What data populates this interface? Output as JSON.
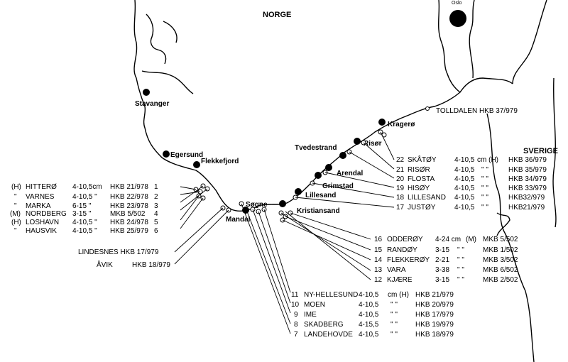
{
  "map": {
    "countries": [
      "NORGE",
      "SVERIGE"
    ],
    "top_label": "Oslo",
    "towns": [
      "Stavanger",
      "Egersund",
      "Flekkefjord",
      "Mandal",
      "Søgne",
      "Kristiansand",
      "Lillesand",
      "Grimstad",
      "Arendal",
      "Tvedestrand",
      "Risør",
      "Kragerø"
    ],
    "tolldalen": "TOLLDALEN HKB 37/979",
    "sites_left": [
      {
        "pre": "(H)",
        "name": "HITTERØ",
        "range": "4-10,5cm",
        "ref": "HKB 21/978",
        "num": "1"
      },
      {
        "pre": "\"",
        "name": "VARNES",
        "range": "4-10,5 \"",
        "ref": "HKB 22/978",
        "num": "2"
      },
      {
        "pre": "\"",
        "name": "MARKA",
        "range": "6-15 \"",
        "ref": "HKB 23/978",
        "num": "3"
      },
      {
        "pre": "(M)",
        "name": "NORDBERG",
        "range": "3-15 \"",
        "ref": "MKB 5/502",
        "num": "4"
      },
      {
        "pre": "(H)",
        "name": "LOSHAVN",
        "range": "4-10,5 \"",
        "ref": "HKB 24/978",
        "num": "5"
      },
      {
        "pre": "\"",
        "name": "HAUSVIK",
        "range": "4-10,5 \"",
        "ref": "HKB 25/979",
        "num": "6"
      }
    ],
    "lindesnes": "LINDESNES HKB 17/979",
    "avik_name": "ÅVIK",
    "avik_ref": "HKB 18/979",
    "sites_right_upper": [
      {
        "num": "22",
        "name": "SKÅTØY",
        "range": "4-10,5",
        "unit": "cm (H)",
        "ref": "HKB 36/979"
      },
      {
        "num": "21",
        "name": "RISØR",
        "range": "4-10,5",
        "unit": "\"   \"",
        "ref": "HKB 35/979"
      },
      {
        "num": "20",
        "name": "FLOSTA",
        "range": "4-10,5",
        "unit": "\"   \"",
        "ref": "HKB 34/979"
      },
      {
        "num": "19",
        "name": "HISØY",
        "range": "4-10,5",
        "unit": "\"   \"",
        "ref": "HKB 33/979"
      },
      {
        "num": "18",
        "name": "LILLESAND",
        "range": "4-10,5",
        "unit": "\"   \"",
        "ref": "HKB32/979"
      },
      {
        "num": "17",
        "name": "JUSTØY",
        "range": "4-10,5",
        "unit": "\"   \"",
        "ref": "HKB21/979"
      }
    ],
    "sites_right_lower": [
      {
        "num": "16",
        "name": "ODDERØY",
        "range": "4-24 cm",
        "unit": "(M)",
        "ref": "MKB 5/502"
      },
      {
        "num": "15",
        "name": "RANDØY",
        "range": "3-15",
        "unit": "\"   \"",
        "ref": "MKB 1/502"
      },
      {
        "num": "14",
        "name": "FLEKKERØY",
        "range": "2-21",
        "unit": "\"   \"",
        "ref": "MKB 3/502"
      },
      {
        "num": "13",
        "name": "VARA",
        "range": "3-38",
        "unit": "\"   \"",
        "ref": "MKB 6/502"
      },
      {
        "num": "12",
        "name": "KJÆRE",
        "range": "3-15",
        "unit": "\"   \"",
        "ref": "MKB 2/502"
      }
    ],
    "sites_bottom": [
      {
        "num": "11",
        "name": "NY-HELLESUND",
        "range": "4-10,5",
        "unit": "cm (H)",
        "ref": "HKB 21/979"
      },
      {
        "num": "10",
        "name": "MOEN",
        "range": "4-10,5",
        "unit": "\"   \"",
        "ref": "HKB 20/979"
      },
      {
        "num": "9",
        "name": "IME",
        "range": "4-10,5",
        "unit": "\"   \"",
        "ref": "HKB 17/979"
      },
      {
        "num": "8",
        "name": "SKADBERG",
        "range": "4-15,5",
        "unit": "\"   \"",
        "ref": "HKB 19/979"
      },
      {
        "num": "7",
        "name": "LANDEHOVDE",
        "range": "4-10,5",
        "unit": "\"   \"",
        "ref": "HKB 18/979"
      }
    ]
  }
}
